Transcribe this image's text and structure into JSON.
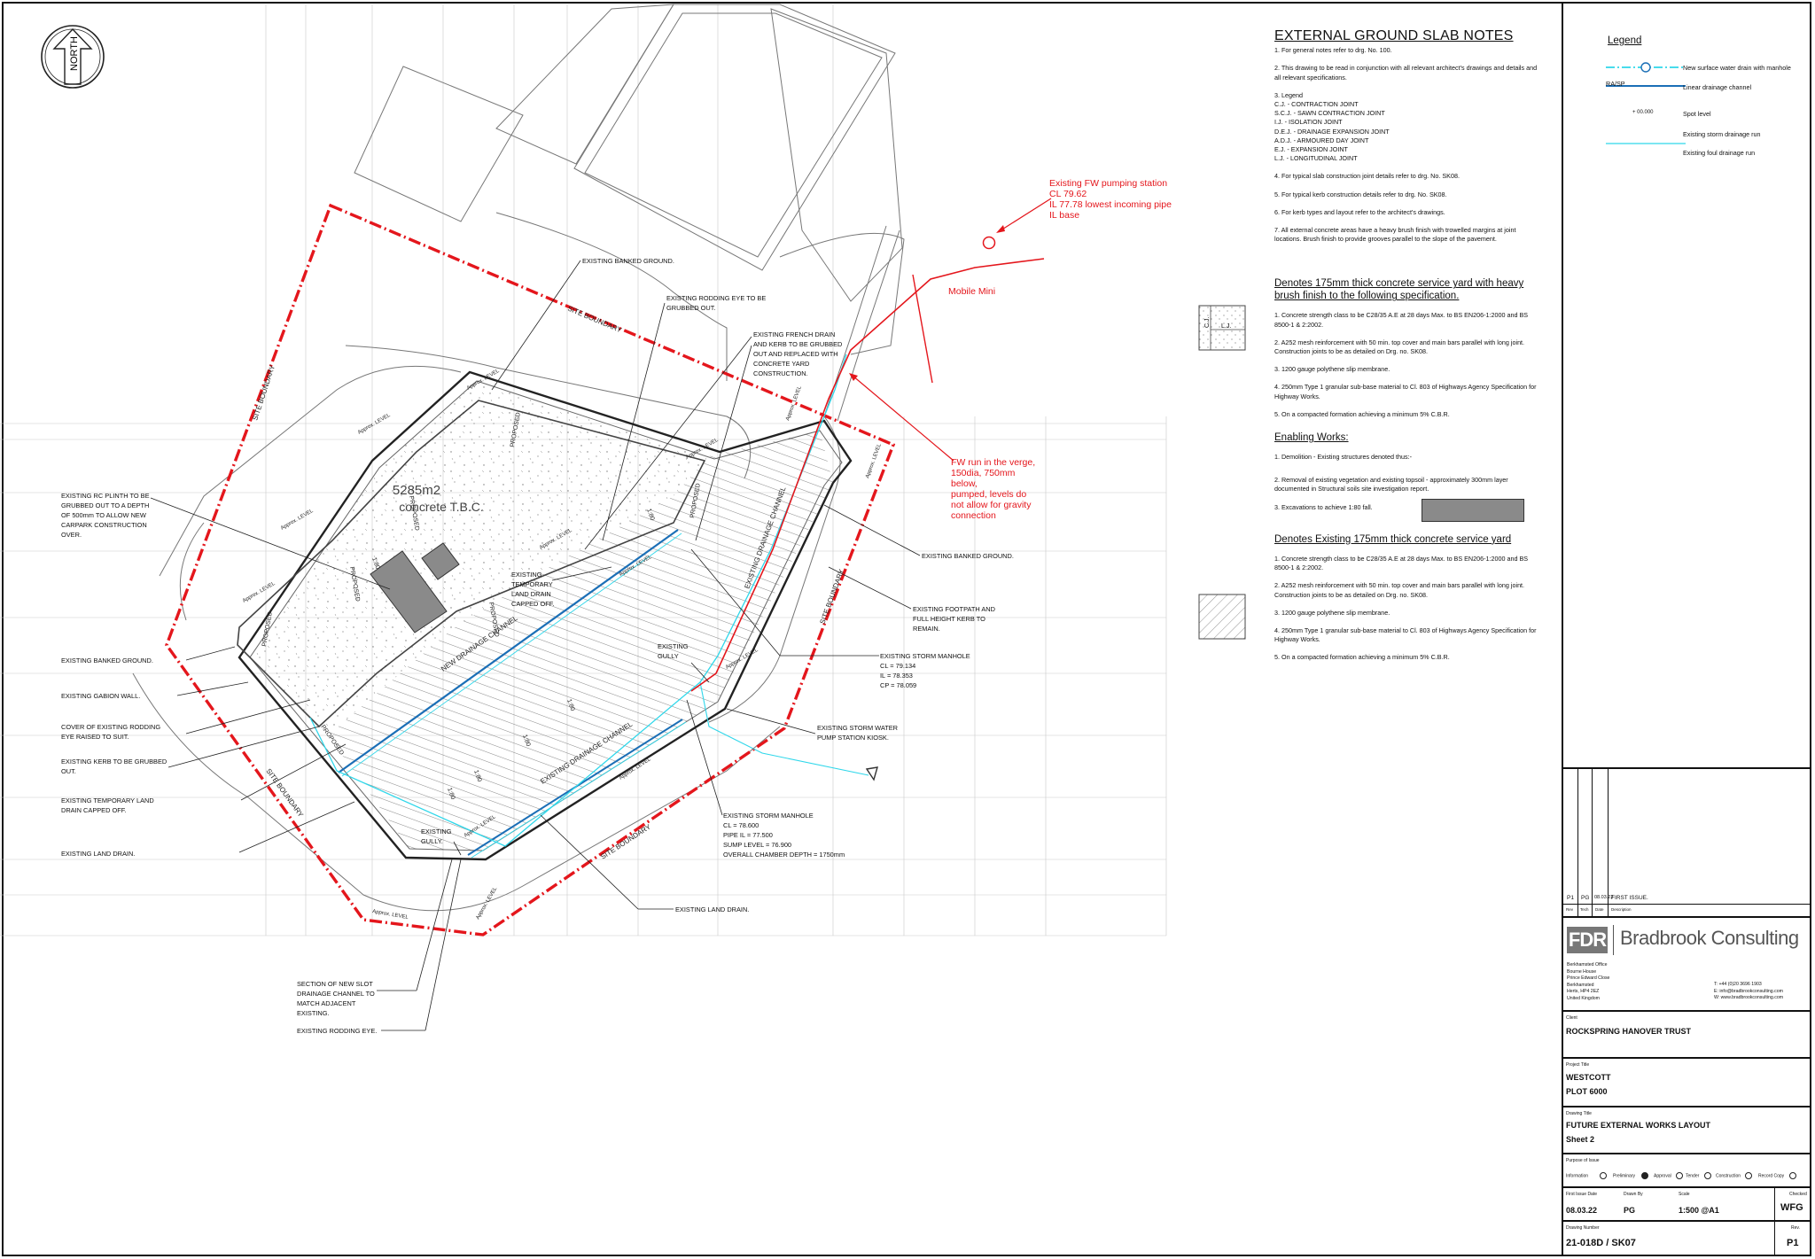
{
  "north": {
    "label": "NORTH"
  },
  "area_label": {
    "line1": "5285m2",
    "line2": "concrete T.B.C."
  },
  "red_notes": {
    "pumping": [
      "Existing FW pumping  station",
      "CL 79.62",
      "IL 77.78 lowest incoming pipe",
      "IL base"
    ],
    "mobile": "Mobile Mini",
    "fw_run": [
      "FW run in the verge,",
      "150dia, 750mm",
      "below,",
      "pumped, levels do",
      "not allow for gravity",
      "connection"
    ]
  },
  "callouts": {
    "banked_top": "EXISTING BANKED GROUND.",
    "rodding_top": [
      "EXISTING RODDING EYE TO BE",
      "GRUBBED OUT."
    ],
    "french_drain": [
      "EXISTING FRENCH DRAIN",
      "AND KERB TO BE GRUBBED",
      "OUT AND REPLACED WITH",
      "CONCRETE YARD",
      "CONSTRUCTION."
    ],
    "plinth": [
      "EXISTING RC PLINTH TO BE",
      "GRUBBED OUT TO A DEPTH",
      "OF 500mm TO ALLOW NEW",
      "CARPARK CONSTRUCTION",
      "OVER."
    ],
    "temp_drain_mid": [
      "EXISTING",
      "TEMPORARY",
      "LAND DRAIN",
      "CAPPED OFF."
    ],
    "banked_right": "EXISTING BANKED GROUND.",
    "footpath": [
      "EXISTING FOOTPATH AND",
      "FULL HEIGHT KERB TO",
      "REMAIN."
    ],
    "storm_manhole_1": [
      "EXISTING STORM MANHOLE",
      "CL = 79.134",
      "IL = 78.353",
      "CP = 78.059"
    ],
    "gully_right": [
      "EXISTING",
      "GULLY"
    ],
    "banked_left": "EXISTING BANKED GROUND.",
    "gabion": "EXISTING GABION WALL.",
    "rodding_cover": [
      "COVER OF EXISTING RODDING",
      "EYE RAISED TO SUIT."
    ],
    "kerb": [
      "EXISTING KERB TO BE GRUBBED",
      "OUT."
    ],
    "temp_drain_left": [
      "EXISTING TEMPORARY LAND",
      "DRAIN CAPPED OFF."
    ],
    "land_drain_left": "EXISTING LAND DRAIN.",
    "pump_kiosk": [
      "EXISTING STORM WATER",
      "PUMP STATION KIOSK."
    ],
    "gully_bottom": [
      "EXISTING",
      "GULLY."
    ],
    "storm_manhole_2": [
      "EXISTING STORM MANHOLE",
      "CL = 78.600",
      "PIPE IL = 77.500",
      "SUMP LEVEL = 76.900",
      "OVERALL CHAMBER DEPTH = 1750mm"
    ],
    "land_drain_bottom": "EXISTING LAND DRAIN.",
    "slot_channel": [
      "SECTION OF NEW SLOT",
      "DRAINAGE CHANNEL TO",
      "MATCH ADJACENT",
      "EXISTING."
    ],
    "rodding_bottom": "EXISTING RODDING EYE."
  },
  "plan_labels": {
    "site_boundary": "SITE BOUNDARY",
    "new_drainage_channel": "NEW DRAINAGE CHANNEL",
    "existing_drainage_channel": "EXISTING DRAINAGE CHANNEL",
    "proposed": "PROPOSED",
    "approx_level": "Approx. LEVEL",
    "fall_1_80": "1:80"
  },
  "notes": {
    "title": "EXTERNAL GROUND SLAB NOTES",
    "items": [
      "1. For general notes refer to drg. No. 100.",
      "2. This drawing to be read in conjunction with all relevant architect's drawings and details and all relevant specifications."
    ],
    "legend_head": "3. Legend",
    "legend_lines": [
      "C.J.   - CONTRACTION JOINT",
      "S.C.J. - SAWN CONTRACTION JOINT",
      "I.J.   - ISOLATION JOINT",
      "D.E.J. - DRAINAGE EXPANSION JOINT",
      "A.D.J. - ARMOURED DAY JOINT",
      "E.J.   - EXPANSION JOINT",
      "L.J.   - LONGITUDINAL JOINT"
    ],
    "items2": [
      "4. For typical slab construction joint details refer to drg. No. SK08.",
      "5. For typical kerb construction details refer to drg. No. SK08.",
      "6. For kerb types and layout refer to the architect's drawings.",
      "7. All external concrete areas have a heavy brush finish with trowelled margins at joint locations. Brush finish to provide grooves parallel to the slope of the pavement."
    ],
    "spec1_title": "Denotes 175mm thick concrete service yard with heavy brush finish to the following specification.",
    "spec1": [
      "1. Concrete strength class to be C28/35 A.E at 28 days Max. to BS EN206-1:2000 and BS 8500-1 & 2:2002.",
      "2. A252 mesh reinforcement with 50 min. top cover and main bars parallel with long joint. Construction joints to be as detailed on Drg. no.  SK08.",
      "3. 1200 gauge polythene slip membrane.",
      "4. 250mm Type 1 granular sub-base material to Cl. 803 of Highways Agency Specification for Highway Works.",
      "5. On a compacted formation achieving a minimum 5% C.B.R."
    ],
    "enabling_title": "Enabling Works:",
    "enabling": [
      "1. Demolition - Existing structures denoted thus:-",
      "2. Removal of existing vegetation and existing topsoil - approximately 300mm layer documented in Structural soils site investigation report.",
      "3. Excavations to achieve 1:80 fall."
    ],
    "spec2_title": "Denotes Existing 175mm thick concrete service yard",
    "spec2": [
      "1. Concrete strength class to be C28/35 A.E at 28 days Max. to BS EN206-1:2000 and BS 8500-1 & 2:2002.",
      "2. A252 mesh reinforcement with 50 min. top cover and main bars parallel with long joint. Construction joints to be as detailed on Drg. no.  SK08.",
      "3. 1200 gauge polythene slip membrane.",
      "4. 250mm Type 1 granular sub-base material to Cl. 803 of Highways Agency Specification for Highway Works.",
      "5. On a compacted formation achieving a minimum 5% C.B.R."
    ],
    "cj_box": "C.J.",
    "lj_box": "L.J."
  },
  "legend": {
    "title": "Legend",
    "rows": [
      {
        "key": "",
        "text": "New surface water drain with manhole"
      },
      {
        "key": "RA/SP",
        "text": "Linear drainage channel"
      },
      {
        "key": "+ 00.000",
        "text": "Spot level"
      },
      {
        "key": "",
        "text": "Existing storm drainage run"
      },
      {
        "key": "",
        "text": "Existing foul drainage run"
      }
    ]
  },
  "colors": {
    "red": "#e4161c",
    "cyan": "#2fd7ea",
    "blue": "#1b6fb6",
    "grey": "#8a8a8a"
  },
  "revision": {
    "rev": "P1",
    "by": "PG",
    "date": "08.03.22",
    "desc": "FIRST ISSUE.",
    "h_rev": "Rev",
    "h_by": "Tech",
    "h_date": "Date",
    "h_desc": "Description"
  },
  "company": {
    "logo": "FDR",
    "name": "Bradbrook Consulting",
    "address": [
      "Berkhamsted Office",
      "Bourne House",
      "Prince Edward Close",
      "Berkhamsted",
      "Herts, HP4 2EZ",
      "United Kingdom"
    ],
    "contact": [
      "T: +44 (0)20 3696 1903",
      "E: info@bradbrookconsulting.com",
      "W: www.bradbrookconsulting.com"
    ]
  },
  "titleblock": {
    "client_label": "Client",
    "client": "ROCKSPRING HANOVER TRUST",
    "project_label": "Project Title",
    "project1": "WESTCOTT",
    "project2": "PLOT 6000",
    "drawing_label": "Drawing Title",
    "drawing1": "FUTURE EXTERNAL WORKS LAYOUT",
    "drawing2": "Sheet 2",
    "purpose_label": "Purpose of Issue",
    "purposes": [
      "Information",
      "Preliminary",
      "Approval",
      "Tender",
      "Construction",
      "Record Copy"
    ],
    "first_issue_label": "First Issue Date",
    "first_issue": "08.03.22",
    "drawn_label": "Drawn By",
    "drawn": "PG",
    "scale_label": "Scale",
    "scale": "1:500 @A1",
    "checked_label": "Checked",
    "checked": "WFG",
    "number_label": "Drawing Number",
    "number": "21-018D / SK07",
    "rev_label": "Rev.",
    "rev": "P1"
  }
}
